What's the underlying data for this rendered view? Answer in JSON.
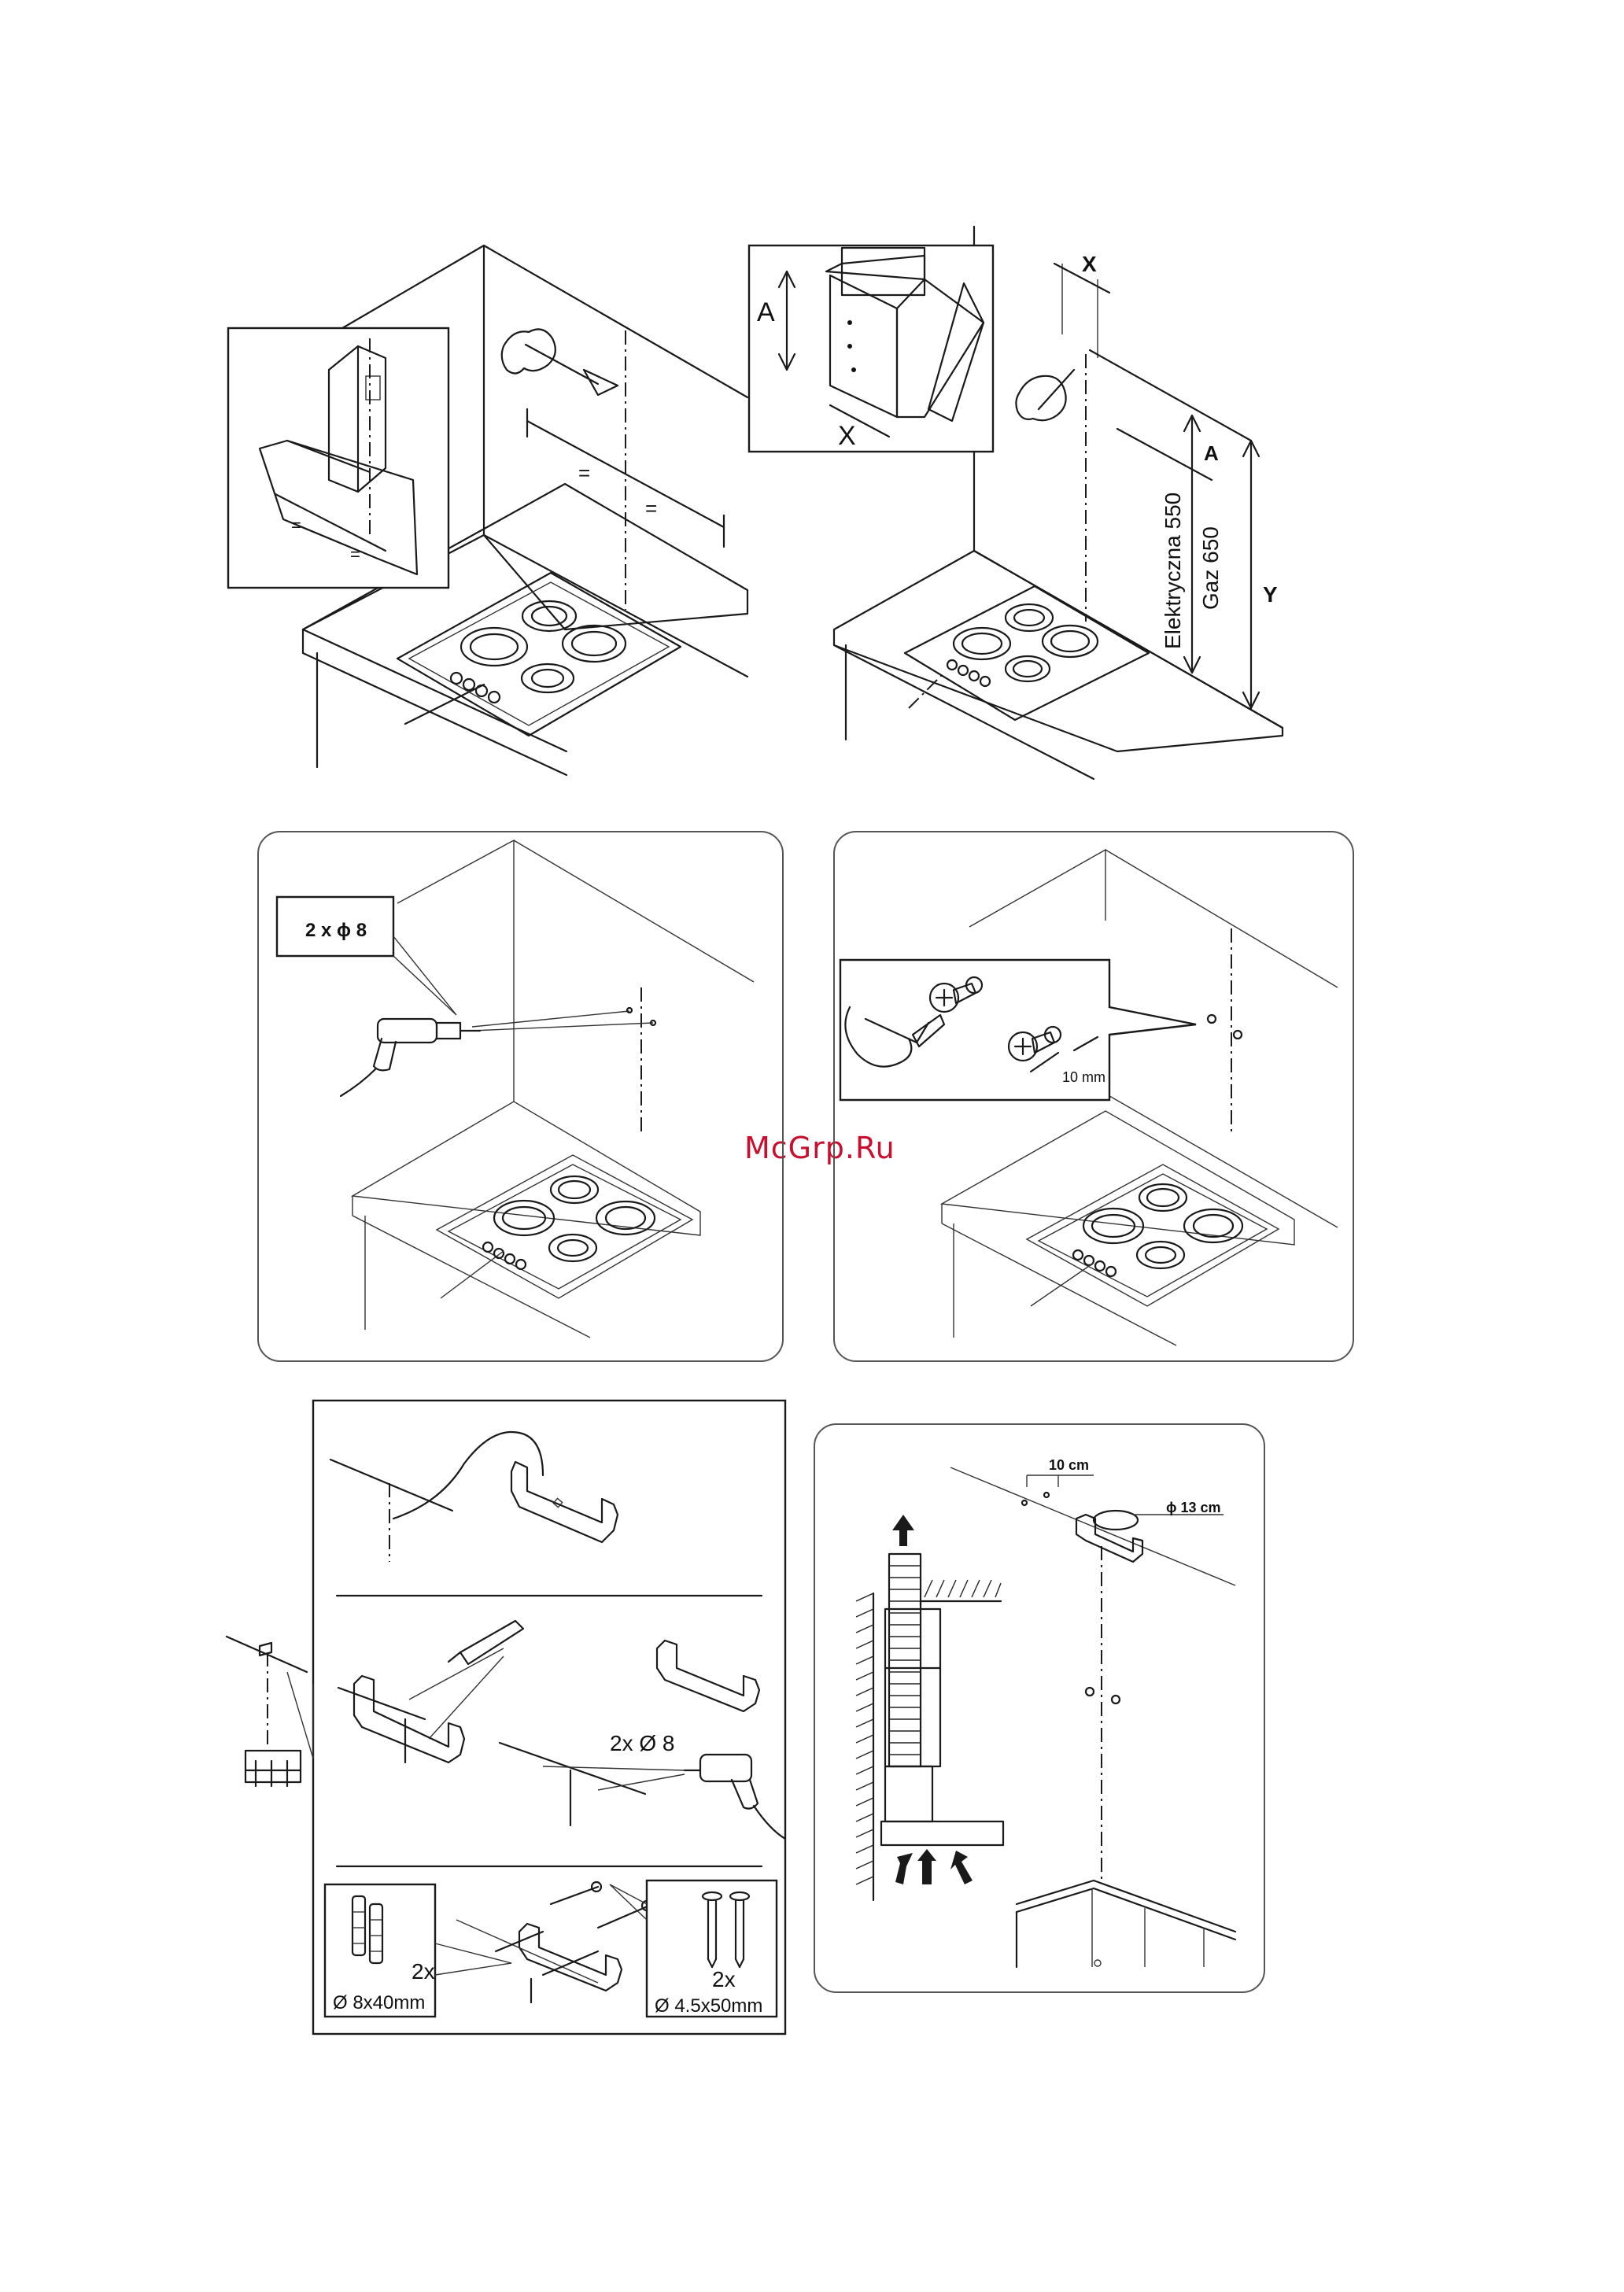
{
  "watermark": "McGrp.Ru",
  "labels": {
    "a_inset": "A",
    "x_inset": "X",
    "x_top": "X",
    "a_right": "A",
    "electric": "Elektryczna 550",
    "gas": "Gaz 650",
    "y_dim": "Y",
    "drill_holes": "2 x ϕ 8",
    "screw_gap": "10 mm",
    "drill_holes_2": "2x Ø 8",
    "plug_count": "2x",
    "plug_size": "Ø 8x40mm",
    "screw_count": "2x",
    "screw_size": "Ø 4.5x50mm",
    "gap_10cm": "10 cm",
    "dia_13cm": "ϕ 13 cm"
  },
  "equal_marks": [
    "=",
    "=",
    "=",
    "="
  ],
  "icons": [
    "hand-pencil-icon",
    "drill-icon",
    "screwdriver-icon",
    "screw-icon",
    "wall-plug-icon",
    "arrow-up-icon"
  ]
}
